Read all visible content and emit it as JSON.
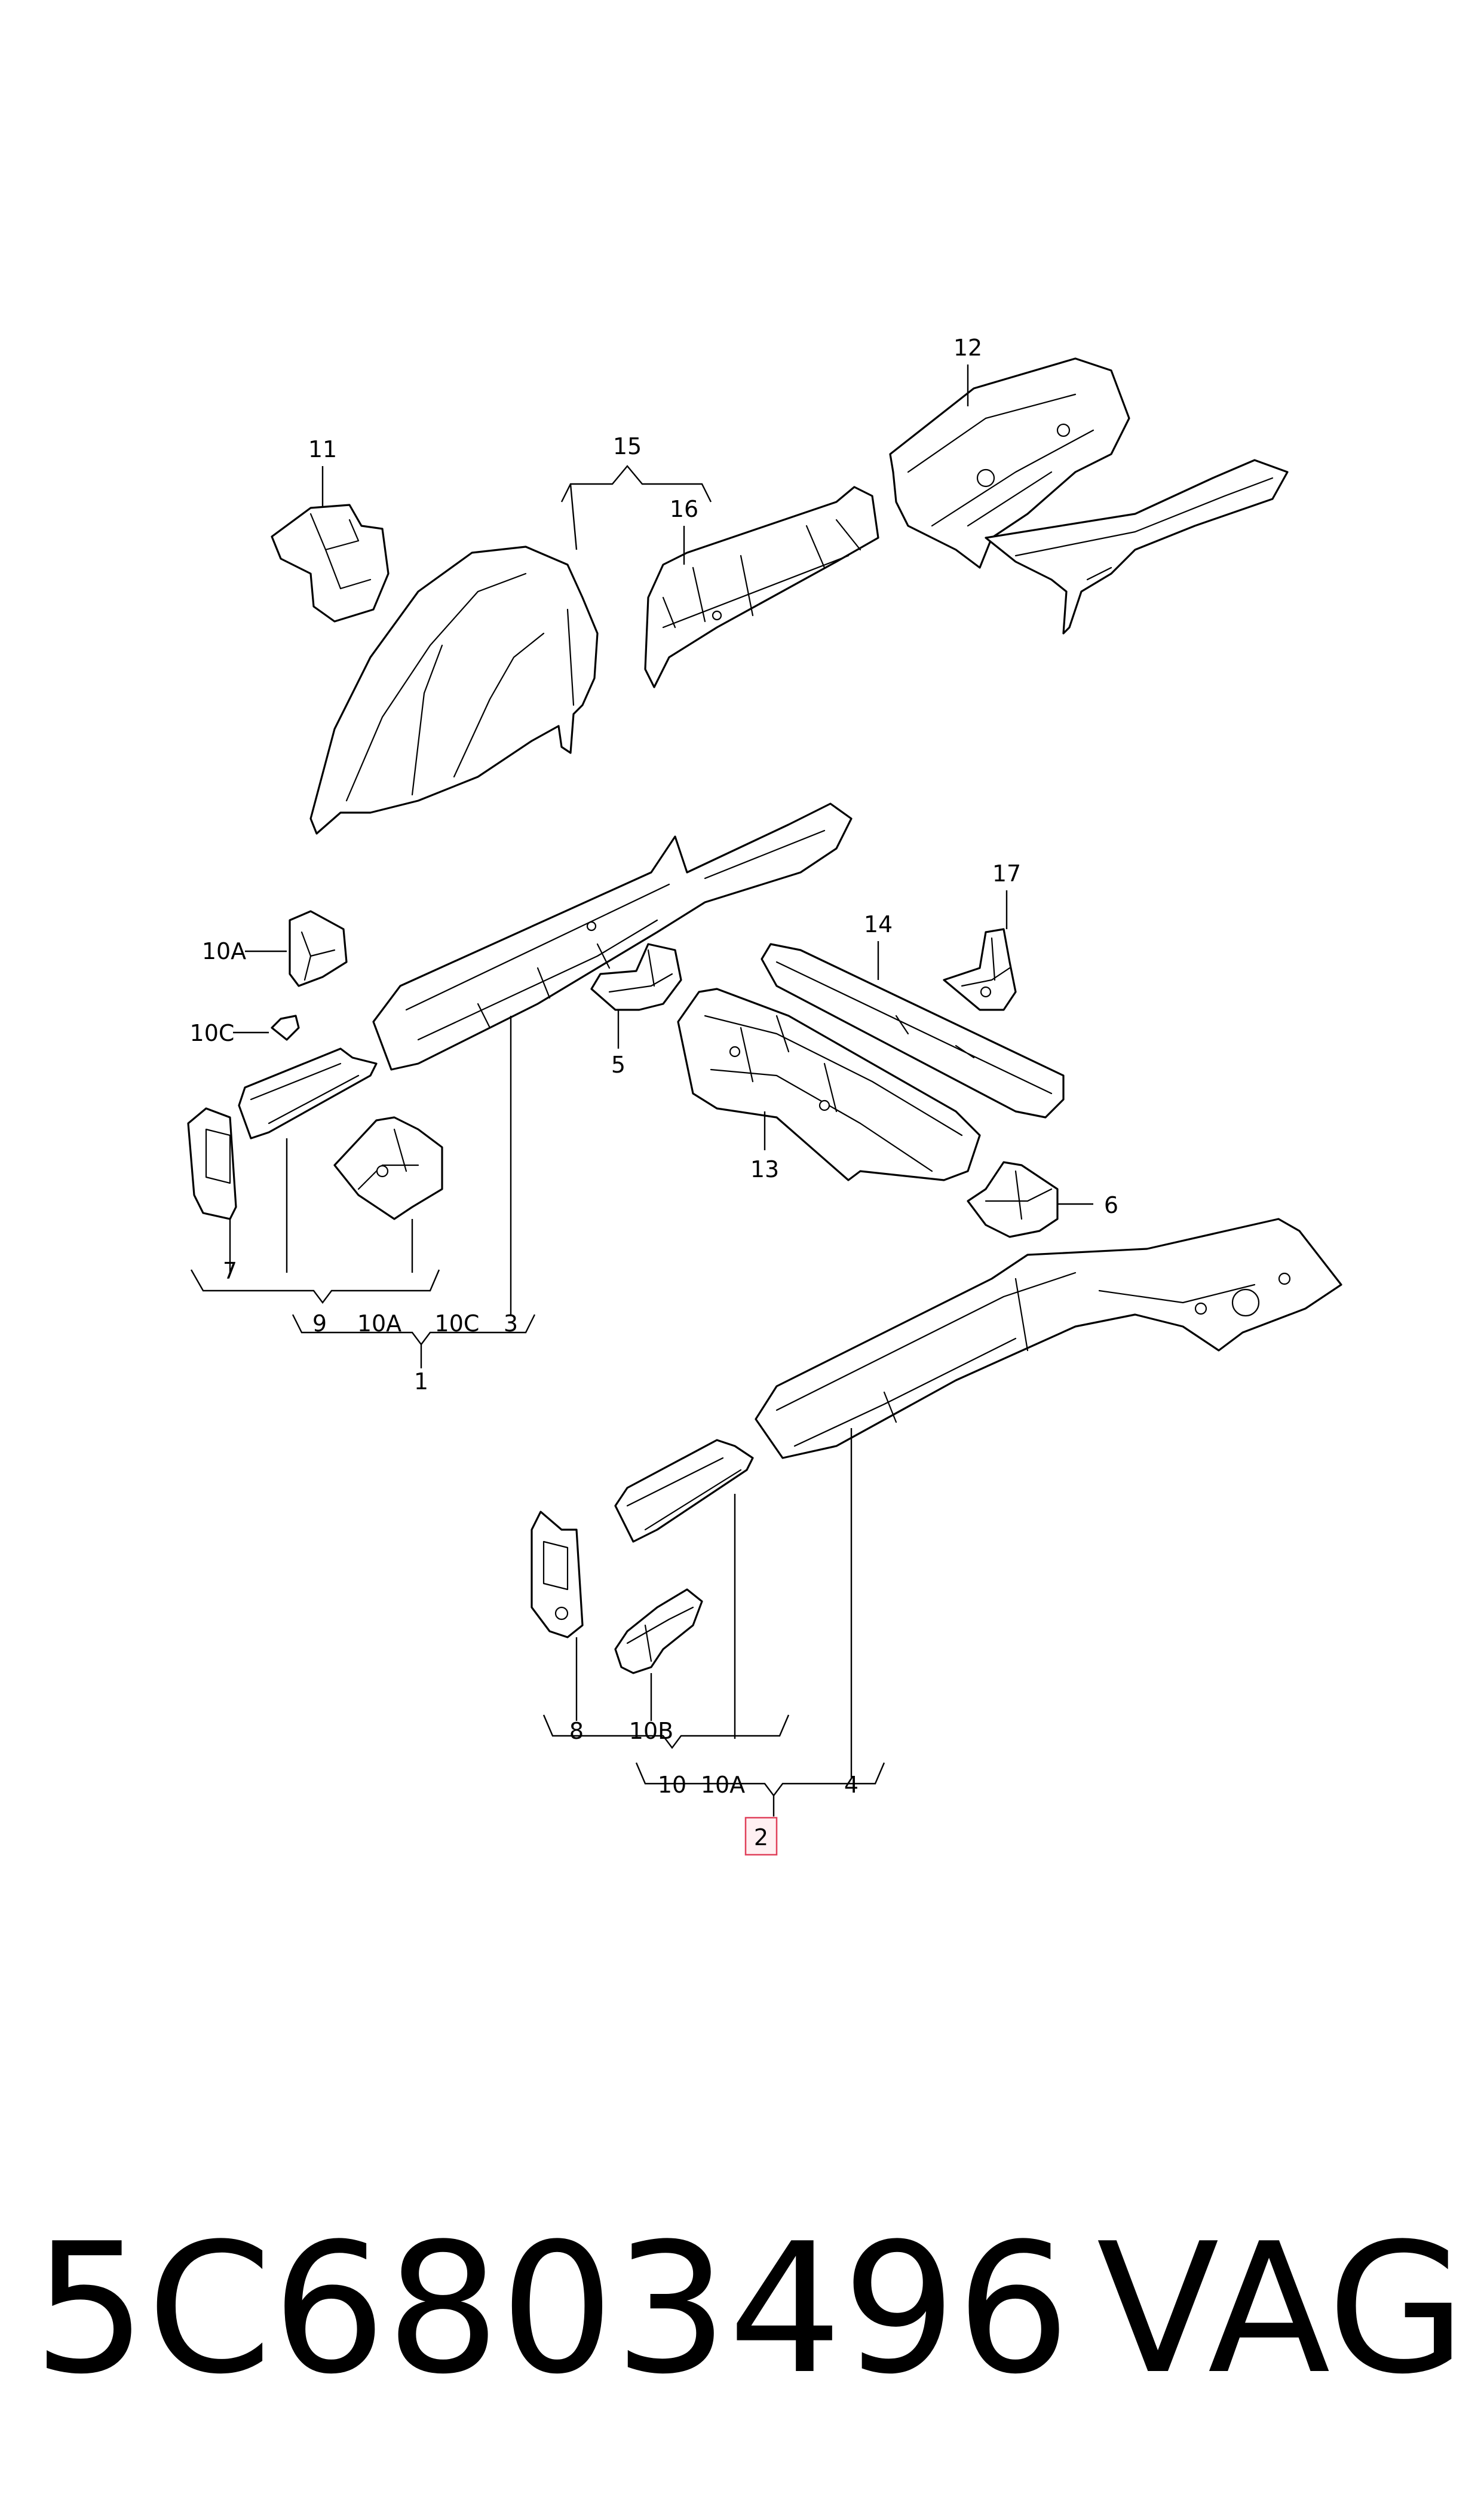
{
  "callouts": {
    "c1": "1",
    "c2": "2",
    "c3": "3",
    "c4": "4",
    "c5": "5",
    "c6": "6",
    "c7": "7",
    "c8": "8",
    "c9": "9",
    "c10": "10",
    "c10a": "10A",
    "c10b": "10B",
    "c10c": "10C",
    "c11": "11",
    "c12": "12",
    "c13": "13",
    "c14": "14",
    "c15": "15",
    "c16": "16",
    "c17": "17"
  },
  "highlight_color": "#e0405a",
  "footer": {
    "part_number": "5C6803496",
    "brand": "VAG"
  }
}
